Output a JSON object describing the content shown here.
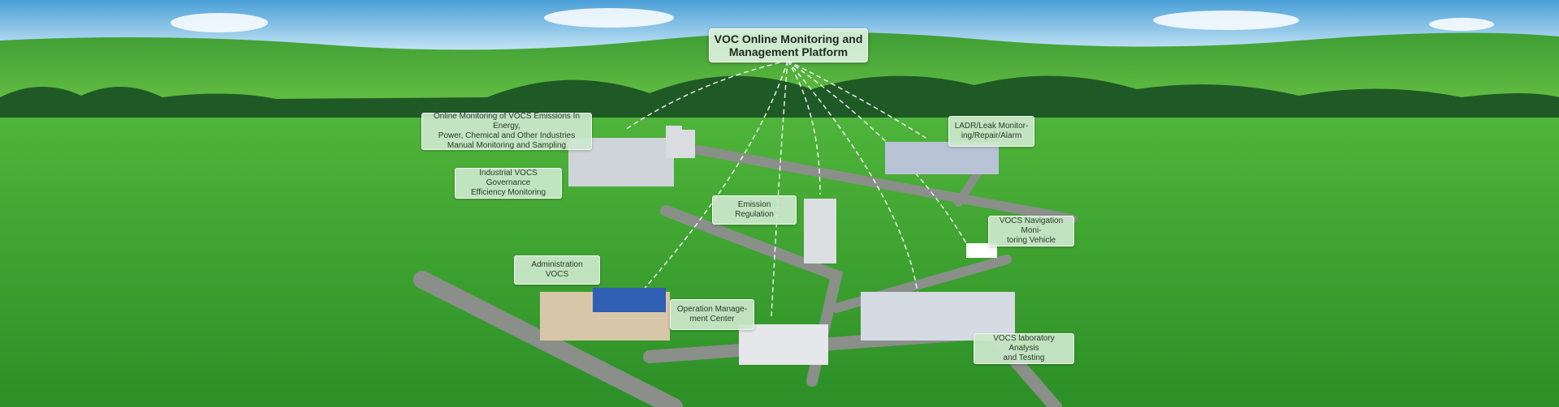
{
  "platform": {
    "title": "VOC Online Monitoring and\nManagement Platform"
  },
  "nodes": {
    "online_monitoring": "Online Monitoring of VOCS Emissions In Energy,\nPower, Chemical and Other  Industries\nManual Monitoring and Sampling",
    "industrial_governance": "Industrial VOCS Governance\nEfficiency Monitoring",
    "emission_regulation": "Emission Regulation",
    "ladr": "LADR/Leak Monitor-\ning/Repair/Alarm",
    "navigation_vehicle": "VOCS Navigation Moni-\ntoring Vehicle",
    "administration": "Administration VOCS",
    "operation_center": "Operation Manage-\nment Center",
    "laboratory": "VOCS laboratory Analysis\nand Testing"
  },
  "colors": {
    "sky_top": "#4a9fd8",
    "sky_bottom": "#cfe8f7",
    "grass_light": "#5cc23a",
    "grass_dark": "#2f8f2a",
    "road": "#8a8f8a",
    "label_bg": "#cce8cc",
    "connector": "#ffffff"
  }
}
